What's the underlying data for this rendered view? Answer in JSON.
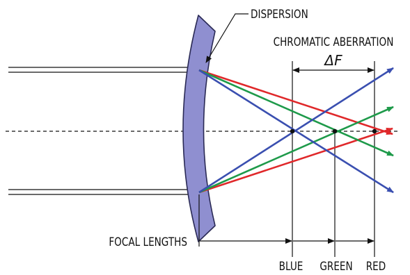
{
  "labels": {
    "dispersion": "DISPERSION",
    "chromatic_aberration": "CHROMATIC ABERRATION",
    "delta_f": "ΔF",
    "focal_lengths": "FOCAL LENGTHS",
    "blue": "BLUE",
    "green": "GREEN",
    "red": "RED"
  },
  "colors": {
    "blue_ray": "#3a4fb0",
    "green_ray": "#1e9a4a",
    "red_ray": "#e0282a",
    "lens_fill": "#8f8fd0",
    "lens_stroke": "#2a2a55",
    "line": "#111111"
  }
}
